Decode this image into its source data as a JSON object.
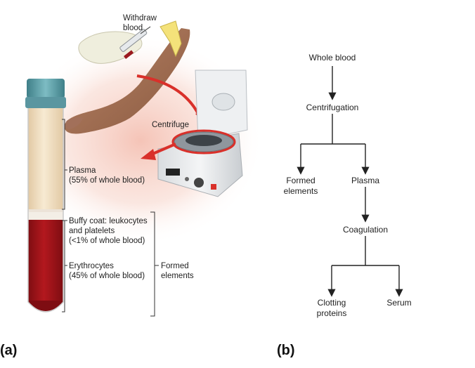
{
  "panel_a": {
    "label": "(a)",
    "withdraw": [
      "Withdraw",
      "blood"
    ],
    "centrifuge": "Centrifuge",
    "plasma": [
      "Plasma",
      "(55% of whole blood)"
    ],
    "buffy": [
      "Buffy coat: leukocytes",
      "and platelets",
      "(<1% of whole blood)"
    ],
    "erythrocytes": [
      "Erythrocytes",
      "(45% of whole blood)"
    ],
    "formed": [
      "Formed",
      "elements"
    ]
  },
  "panel_b": {
    "label": "(b)",
    "whole_blood": "Whole blood",
    "centrifugation": "Centrifugation",
    "formed_elements": [
      "Formed",
      "elements"
    ],
    "plasma": "Plasma",
    "coagulation": "Coagulation",
    "clotting_proteins": [
      "Clotting",
      "proteins"
    ],
    "serum": "Serum"
  },
  "colors": {
    "plasma": "#f1dfc0",
    "erythrocytes": "#a8161c",
    "cap": "#5fa0a8",
    "arrow": "#d9302a",
    "skin": "#9c6b4f",
    "glow": "#f5c9bd"
  }
}
